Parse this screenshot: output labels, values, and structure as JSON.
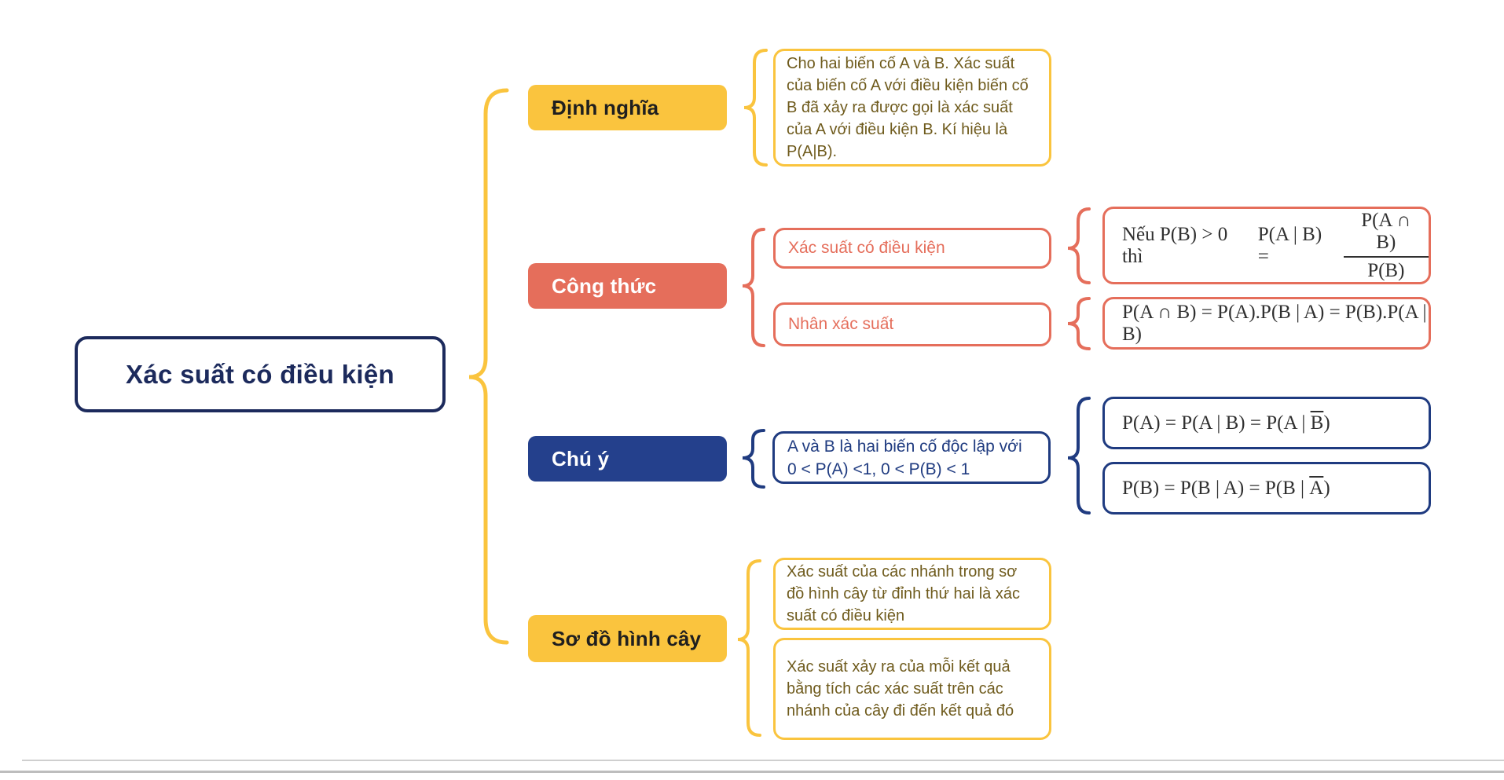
{
  "root": {
    "label": "Xác suất có điều kiện"
  },
  "colors": {
    "yellow": "#fac43e",
    "salmon": "#e56e5b",
    "navy": "#24408c",
    "root_navy": "#1c2a5c",
    "note_text_olive": "#6f5b1d"
  },
  "dinh_nghia": {
    "label": "Định nghĩa",
    "note": "Cho hai biến cố A và B. Xác suất của biến cố A với điều kiện biến cố B đã xảy ra được gọi là xác suất của A với điều kiện B. Kí hiệu là P(A|B)."
  },
  "cong_thuc": {
    "label": "Công thức",
    "conditional": {
      "label": "Xác suất có điều kiện",
      "formula_prefix": "Nếu P(B) > 0 thì",
      "formula_lhs": "P(A | B) =",
      "formula_num": "P(A ∩ B)",
      "formula_den": "P(B)"
    },
    "multiplication": {
      "label": "Nhân xác suất",
      "formula": "P(A ∩ B) = P(A).P(B | A) = P(B).P(A | B)"
    }
  },
  "chu_y": {
    "label": "Chú ý",
    "note": "A và B là hai biến cố độc lập với 0 < P(A) <1, 0 < P(B) < 1",
    "formula_a": {
      "pre": "P(A) = P(A | B) = P(A | ",
      "over": "B",
      "post": ")"
    },
    "formula_b": {
      "pre": "P(B) = P(B | A) = P(B | ",
      "over": "A",
      "post": ")"
    }
  },
  "so_do": {
    "label": "Sơ đồ hình cây",
    "note1": "Xác suất của các nhánh trong sơ đồ hình cây từ đỉnh thứ hai là xác suất có điều kiện",
    "note2": "Xác suất xảy ra của mỗi kết quả bằng tích các xác suất trên các nhánh của cây đi đến kết quả đó"
  }
}
